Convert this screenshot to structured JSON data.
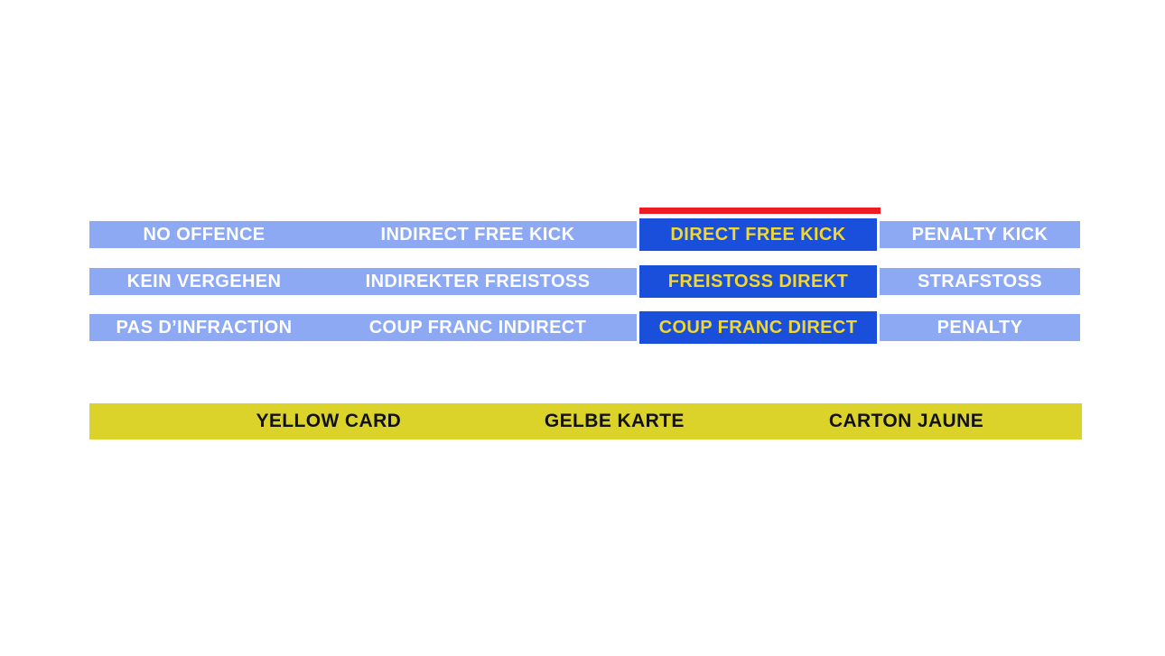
{
  "colors": {
    "background": "#ffffff",
    "option_blue": "#8da9f3",
    "selected_blue": "#1a4fdb",
    "selected_text_yellow": "#f2d72e",
    "indicator_red": "#ee1b24",
    "card_yellow": "#dbd32a",
    "option_text": "#ffffff",
    "card_text": "#111111"
  },
  "decision_grid": {
    "selected_option": "DIRECT FREE KICK",
    "rows": [
      {
        "language": "english",
        "cells": [
          {
            "label": "NO OFFENCE",
            "selected": false
          },
          {
            "label": "INDIRECT FREE KICK",
            "selected": false
          },
          {
            "label": "DIRECT FREE KICK",
            "selected": true
          },
          {
            "label": "PENALTY KICK",
            "selected": false
          }
        ]
      },
      {
        "language": "german",
        "cells": [
          {
            "label": "KEIN VERGEHEN",
            "selected": false
          },
          {
            "label": "INDIREKTER FREISTOSS",
            "selected": false
          },
          {
            "label": "FREISTOSS DIREKT",
            "selected": true
          },
          {
            "label": "STRAFSTOSS",
            "selected": false
          }
        ]
      },
      {
        "language": "french",
        "cells": [
          {
            "label": "PAS D’INFRACTION",
            "selected": false
          },
          {
            "label": "COUP FRANC INDIRECT",
            "selected": false
          },
          {
            "label": "COUP FRANC DIRECT",
            "selected": true
          },
          {
            "label": "PENALTY",
            "selected": false
          }
        ]
      }
    ]
  },
  "card_bar": {
    "labels": [
      "YELLOW CARD",
      "GELBE KARTE",
      "CARTON JAUNE"
    ]
  }
}
